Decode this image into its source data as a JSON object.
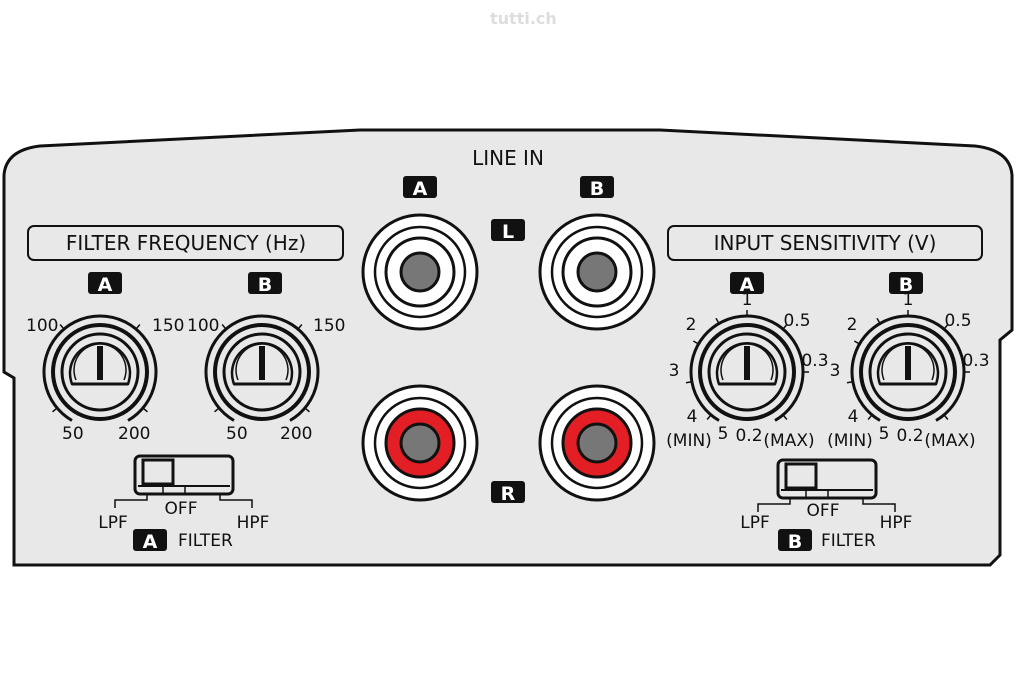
{
  "watermark": "tutti.ch",
  "colors": {
    "panel": "#e8e8e8",
    "outline": "#111111",
    "jack_red": "#e31e24",
    "jack_white": "#ffffff",
    "jack_core": "#777777"
  },
  "line_in": {
    "title": "LINE IN",
    "channel_a": "A",
    "channel_b": "B",
    "left": "L",
    "right": "R"
  },
  "filter_frequency": {
    "title": "FILTER FREQUENCY (Hz)",
    "knobs": [
      {
        "label": "A",
        "scale": [
          "100",
          "150",
          "50",
          "200"
        ]
      },
      {
        "label": "B",
        "scale": [
          "100",
          "150",
          "50",
          "200"
        ]
      }
    ],
    "switch": {
      "lpf": "LPF",
      "off": "OFF",
      "hpf": "HPF",
      "channel": "A",
      "name": "FILTER"
    }
  },
  "input_sensitivity": {
    "title": "INPUT SENSITIVITY (V)",
    "knobs": [
      {
        "label": "A",
        "scale": [
          "1",
          "0.5",
          "0.3",
          "0.2",
          "(MAX)",
          "5",
          "(MIN)",
          "4",
          "3",
          "2"
        ]
      },
      {
        "label": "B",
        "scale": [
          "1",
          "0.5",
          "0.3",
          "0.2",
          "(MAX)",
          "5",
          "(MIN)",
          "4",
          "3",
          "2"
        ]
      }
    ],
    "switch": {
      "lpf": "LPF",
      "off": "OFF",
      "hpf": "HPF",
      "channel": "B",
      "name": "FILTER"
    }
  }
}
